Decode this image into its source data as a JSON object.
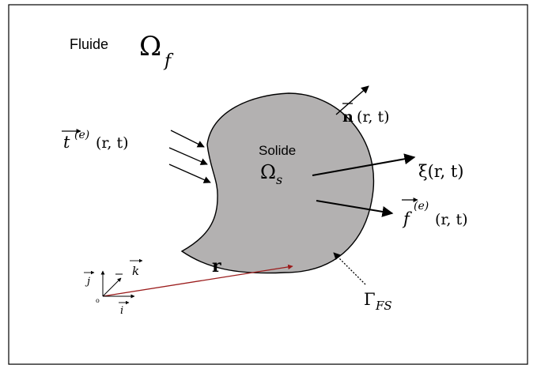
{
  "labels": {
    "fluid_word": "Fluide",
    "fluid_symbol": "Ω",
    "fluid_sub": "f",
    "solid_word": "Solide",
    "solid_symbol": "Ω",
    "solid_sub": "s",
    "normal": "n",
    "normal_args": "(r, t)",
    "traction": "t",
    "traction_sup": "(e)",
    "traction_args": "(r, t)",
    "displacement": "ξ(r, t)",
    "force": "f",
    "force_sup": "(e)",
    "force_args": "(r, t)",
    "boundary": "Γ",
    "boundary_sub": "FS",
    "position": "r",
    "basis_i": "i",
    "basis_j": "j",
    "basis_k": "k",
    "origin": "o"
  },
  "colors": {
    "solid_fill": "#b3b1b1",
    "position_vector": "#9b1c1c",
    "ink": "#000000"
  }
}
